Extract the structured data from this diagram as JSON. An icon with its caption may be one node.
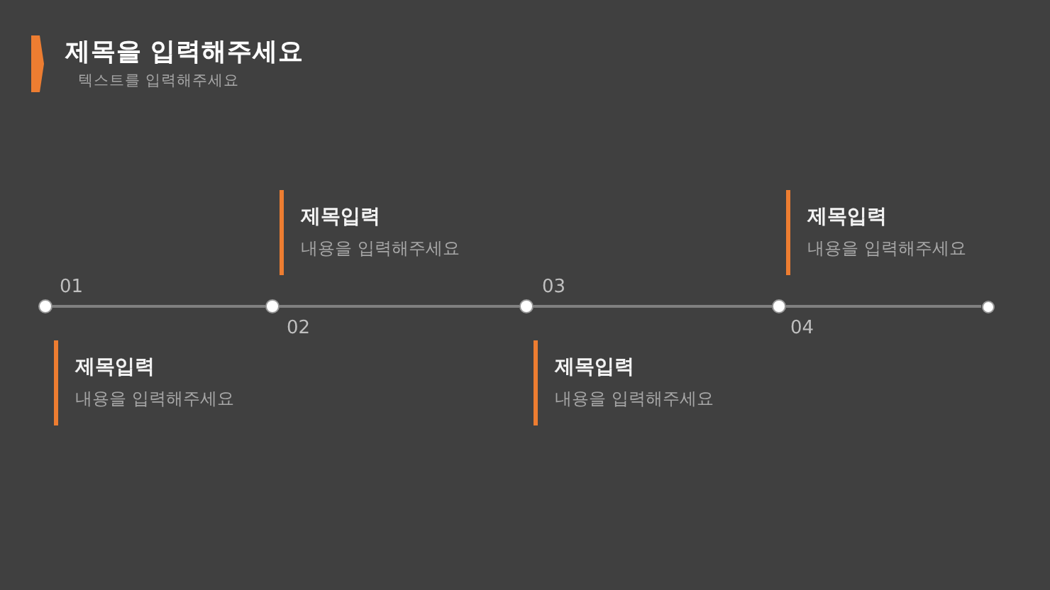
{
  "diagram": {
    "title": "제목을 입력해주세요",
    "nodes": [
      {
        "text": [],
        "shape": "circle",
        "beside": [
          "01"
        ]
      },
      {
        "text": [],
        "shape": "circle",
        "beside": [
          "02"
        ]
      },
      {
        "text": [],
        "shape": "circle",
        "beside": [
          "03"
        ]
      },
      {
        "text": [],
        "shape": "circle",
        "beside": [
          "04"
        ]
      },
      {
        "text": [],
        "shape": "circle"
      },
      {
        "text": [
          "제목입력",
          "내용을 입력해주세요"
        ]
      },
      {
        "text": [
          "제목입력",
          "내용을 입력해주세요"
        ]
      },
      {
        "text": [
          "제목입력",
          "내용을 입력해주세요"
        ]
      },
      {
        "text": [
          "제목입력",
          "내용을 입력해주세요"
        ]
      }
    ],
    "edges": [
      {
        "from": 0,
        "to": 1,
        "arrow": "none"
      },
      {
        "from": 1,
        "to": 2,
        "arrow": "none"
      },
      {
        "from": 2,
        "to": 3,
        "arrow": "none"
      },
      {
        "from": 3,
        "to": 4,
        "arrow": "none"
      }
    ],
    "labels": [
      "텍스트를 입력해주세요"
    ]
  }
}
